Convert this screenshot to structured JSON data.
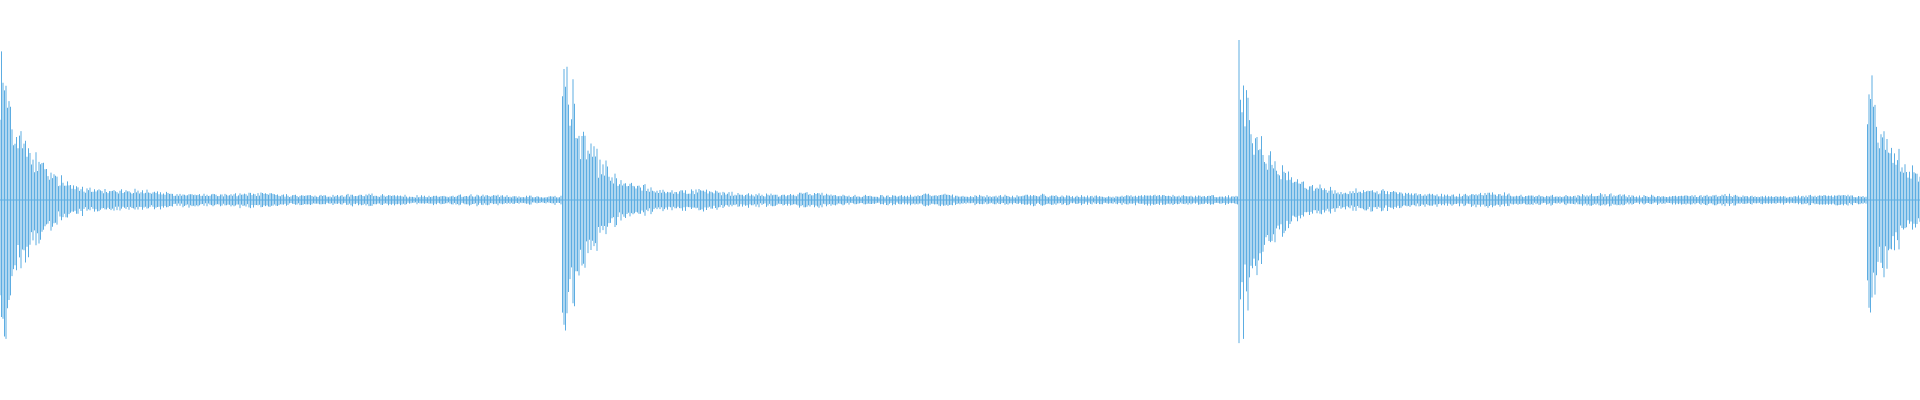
{
  "waveform": {
    "color": "#5dade2",
    "background": "#ffffff",
    "onsets_fraction": [
      0.0,
      0.2925,
      0.645,
      0.9725
    ],
    "onset_peak_amplitude": [
      0.97,
      0.94,
      0.92,
      0.73
    ],
    "noise_floor_amplitude": 0.03
  }
}
